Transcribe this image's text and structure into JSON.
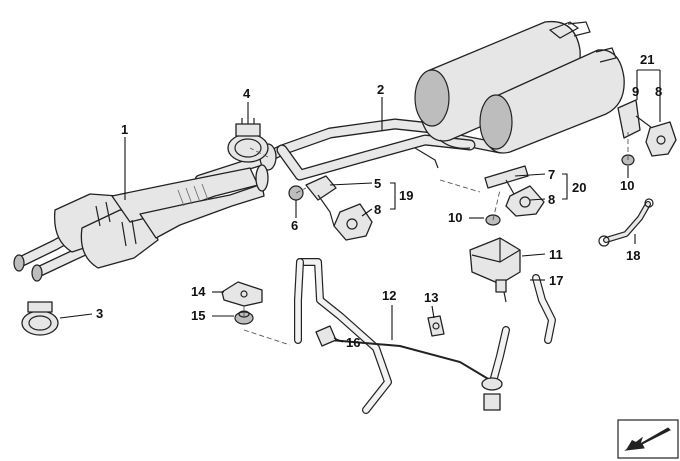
{
  "diagram": {
    "callouts": {
      "c1": "1",
      "c2": "2",
      "c3": "3",
      "c4": "4",
      "c5a": "5",
      "c6": "6",
      "c8a": "8",
      "c19": "19",
      "c5b": "",
      "c7": "7",
      "c8b": "8",
      "c20": "20",
      "c10a": "10",
      "c21": "21",
      "c9": "9",
      "c8c": "8",
      "c10b": "10",
      "c11": "11",
      "c17": "17",
      "c18": "18",
      "c12": "12",
      "c13": "13",
      "c14": "14",
      "c15": "15",
      "c16": "16"
    }
  }
}
